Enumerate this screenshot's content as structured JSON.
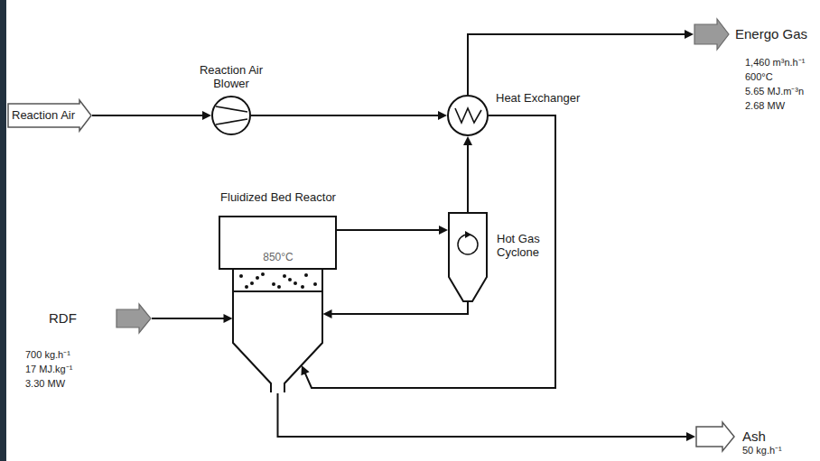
{
  "diagram": {
    "nodes": [
      {
        "text": [
          "Reaction Air"
        ]
      },
      {
        "text": [
          "Reaction Air Blower"
        ]
      },
      {
        "text": [
          "Heat Exchanger"
        ]
      },
      {
        "text": [
          "Energo Gas"
        ]
      },
      {
        "text": [
          "Fluidized Bed Reactor",
          "850°C"
        ]
      },
      {
        "text": [
          "Hot Gas Cyclone"
        ]
      },
      {
        "text": [
          "RDF"
        ]
      },
      {
        "text": [
          "Ash"
        ]
      }
    ],
    "edges": [
      {
        "from": 0,
        "to": 1,
        "arrow": "to"
      },
      {
        "from": 1,
        "to": 2,
        "arrow": "to"
      },
      {
        "from": 2,
        "to": 3,
        "arrow": "to"
      },
      {
        "from": 4,
        "to": 5,
        "arrow": "to"
      },
      {
        "from": 5,
        "to": 2,
        "arrow": "to"
      },
      {
        "from": 5,
        "to": 4,
        "arrow": "to"
      },
      {
        "from": 6,
        "to": 4,
        "arrow": "to"
      },
      {
        "from": 2,
        "to": 4,
        "arrow": "to"
      },
      {
        "from": 4,
        "to": 7,
        "arrow": "to"
      }
    ],
    "labels": [
      "1,460 m³n.h⁻¹",
      "600°C",
      "5.65 MJ.m⁻³n",
      "2.68 MW",
      "700 kg.h⁻¹",
      "17 MJ.kg⁻¹",
      "3.30 MW",
      "50 kg.h⁻¹"
    ]
  }
}
